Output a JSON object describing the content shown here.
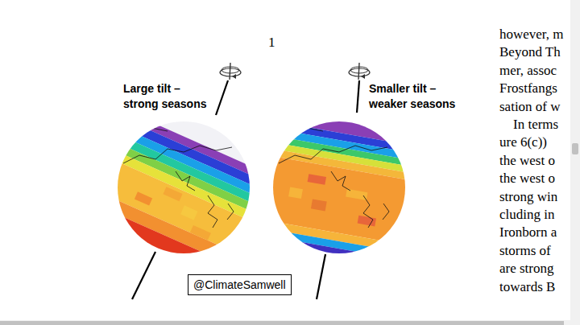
{
  "diagram": {
    "nodes": [
      {
        "text": [
          "@ClimateSamwell"
        ]
      }
    ],
    "labels": [
      "1",
      "Large tilt – strong seasons",
      "Smaller tilt – weaker seasons",
      "however, m",
      "Beyond Th",
      "mer, assoc",
      "Frostfangs",
      "sation of w",
      "In terms",
      "ure 6(c))",
      "the west o",
      "the west o",
      "strong win",
      "cluding in",
      "Ironborn a",
      "storms of",
      "are strong",
      "towards B"
    ]
  }
}
